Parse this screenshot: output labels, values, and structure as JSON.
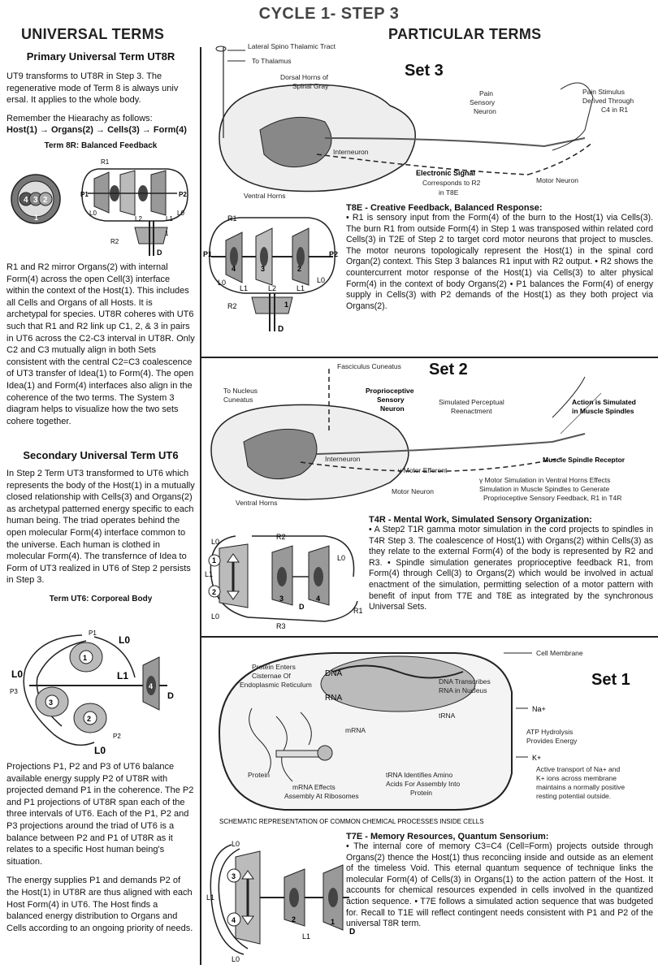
{
  "title": "CYCLE 1- STEP 3",
  "left_heading": "UNIVERSAL TERMS",
  "right_heading": "PARTICULAR TERMS",
  "primary": {
    "heading": "Primary Universal Term UT8R",
    "intro": "UT9 transforms to UT8R in Step 3. The regenerative mode of Term 8 is always univ ersal. It applies to the whole body.",
    "remember": "Remember the Hiearachy as follows:",
    "hierarchy": "Host(1) → Organs(2) → Cells(3) → Form(4)",
    "fig_caption": "Term 8R: Balanced Feedback",
    "body": "R1 and R2 mirror Organs(2) with internal Form(4) across the open Cell(3) interface within the context of the Host(1). This includes all Cells and Organs of all Hosts. It is archetypal for species. UT8R coheres with UT6 such that R1 and R2 link up C1, 2, & 3 in pairs in UT6 across the C2-C3 interval in UT8R. Only C2 and C3 mutually align in both Sets consistent with the central C2=C3 coalescence of UT3 transfer of Idea(1) to Form(4). The open Idea(1) and Form(4) interfaces also align in the coherence of the two terms. The System 3 diagram helps to visualize how the two sets cohere together."
  },
  "secondary": {
    "heading": "Secondary Universal Term UT6",
    "intro": "In Step 2 Term UT3 transformed to UT6 which represents the body of the Host(1) in a mutually closed relationship with Cells(3) and Organs(2) as archetypal patterned energy specific to each human being. The triad operates behind the open molecular Form(4) interface common to the universe. Each human is clothed in molecular Form(4). The transfernce of Idea to Form of UT3 realized in UT6 of Step 2 persists in Step 3.",
    "fig_caption": "Term UT6: Corporeal Body",
    "body1": "Projections P1, P2 and P3 of UT6 balance available energy supply P2 of UT8R with projected demand P1 in the coherence. The P2 and P1 projections of UT8R span each of the three intervals of UT6. Each of the P1, P2 and P3 projections around the triad of UT6 is a balance between P2 and P1 of UT8R as it relates to a specific Host human being's situation.",
    "body2": "The energy supplies P1 and demands P2 of the Host(1) in UT8R are thus aligned with each Host Form(4) in UT6. The Host finds a balanced energy distribution to Organs and Cells according to an ongoing priority of needs."
  },
  "set3": {
    "label": "Set 3",
    "labels": [
      "Lateral Spino Thalamic Tract",
      "To Thalamus",
      "Dorsal Horns of",
      "Spinal Gray",
      "Pain",
      "Sensory",
      "Neuron",
      "Pain Stimulus",
      "Derived Through",
      "C4 in R1",
      "Interneuron",
      "Electronic Signal",
      "Corresponds to R2",
      "in T8E",
      "Motor Neuron",
      "Ventral Horns"
    ],
    "heading": "T8E - Creative Feedback, Balanced Response:",
    "text": "• R1 is sensory input from the Form(4) of the burn to the Host(1) via Cells(3). The burn R1 from outside Form(4) in Step 1 was transposed within related cord Cells(3) in T2E of Step 2 to target cord motor neurons that project to muscles. The motor neurons topologically represent the Host(1) in the spinal cord Organ(2) context. This Step 3 balances R1 input with R2 output. • R2 shows the countercurrent motor response of the Host(1) via Cells(3) to alter physical Form(4) in the context of body Organs(2) • P1 balances the Form(4) of energy supply in Cells(3) with P2 demands of the Host(1) as they both project via Organs(2)."
  },
  "set2": {
    "label": "Set 2",
    "labels": [
      "Fasciculus Cuneatus",
      "To Nucleus",
      "Cuneatus",
      "Proprioceptive",
      "Sensory",
      "Neuron",
      "Simulated Perceptual",
      "Reenactment",
      "Action is Simulated",
      "in Muscle Spindles",
      "Interneuron",
      "γ Motor Efferent",
      "Motor Neuron",
      "Muscle Spindle Receptor",
      "Ventral Horns",
      "γ Motor Simulation in Ventral Horns Effects",
      "Simulation in Muscle Spindles to Generate",
      "Proprioceptive Sensory Feedback, R1 in T4R"
    ],
    "heading": "T4R - Mental Work, Simulated Sensory Organization:",
    "text": "• A Step2 T1R gamma motor simulation in the cord projects to spindles in T4R Step 3. The coalescence of Host(1) with Organs(2) within Cells(3) as they relate to the external Form(4) of the body is represented by R2 and R3. • Spindle simulation generates proprioceptive feedback R1, from Form(4) through Cell(3) to Organs(2) which would be involved in actual enactment of the simulation, permitting selection of a motor pattern with benefit of input from T7E and T8E as integrated by the synchronous Universal Sets."
  },
  "set1": {
    "label": "Set 1",
    "labels": [
      "Cell Membrane",
      "Protein Enters",
      "Cisternae Of",
      "Endoplasmic Reticulum",
      "DNA",
      "RNA",
      "DNA Transcribes",
      "RNA in Nucleus",
      "tRNA",
      "mRNA",
      "Na+",
      "ATP Hydrolysis",
      "Provides Energy",
      "K+",
      "Protein",
      "tRNA Identifies Amino",
      "Acids For Assembly Into",
      "Protein",
      "mRNA Effects",
      "Assembly At Ribosomes",
      "Active transport of Na+ and",
      "K+ ions across membrane",
      "maintains a normally positive",
      "resting potential outside."
    ],
    "caption": "SCHEMATIC REPRESENTATION OF COMMON CHEMICAL PROCESSES INSIDE CELLS",
    "heading": "T7E - Memory Resources, Quantum Sensorium:",
    "text": "• The internal core of memory C3=C4 (Cell=Form) projects outside through Organs(2) thence the Host(1) thus reconciing inside and outside as an element of the timeless Void. This eternal quantum sequence of technique links the molecular Form(4) of Cells(3) in Organs(1) to the action pattern of the Host. It accounts for chemical resources expended in cells involved in the quantized action sequence. • T7E follows a simulated action sequence that was budgeted for. Recall to T1E will reflect contingent needs consistent with P1 and P2 of the universal T8R term."
  },
  "diagram_labels": {
    "circle_nums": [
      "4",
      "3",
      "2",
      "1"
    ],
    "ut8r": [
      "R1",
      "R2",
      "P1",
      "P2",
      "L0",
      "L2",
      "L1",
      "L0",
      "1",
      "D"
    ],
    "ut6": [
      "P1",
      "L0",
      "L0",
      "L1",
      "P3",
      "P2",
      "L0",
      "1",
      "2",
      "3",
      "4",
      "D"
    ],
    "t8e": [
      "R1",
      "P1",
      "P2",
      "L0",
      "L1",
      "L2",
      "L1",
      "L0",
      "R2",
      "4",
      "3",
      "2",
      "1",
      "D"
    ],
    "t4r": [
      "L0",
      "R2",
      "L1",
      "L0",
      "1",
      "2",
      "3",
      "4",
      "D",
      "L0",
      "R3",
      "R1"
    ],
    "t7e": [
      "L0",
      "L1",
      "L0",
      "3",
      "4",
      "2",
      "1",
      "D",
      "L1"
    ]
  }
}
